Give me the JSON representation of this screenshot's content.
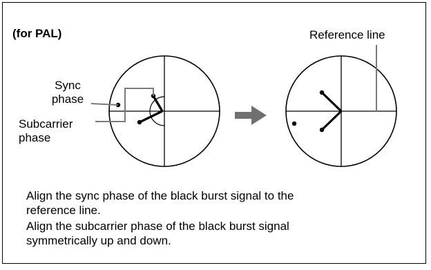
{
  "title": "(for PAL)",
  "labels": {
    "sync_line1": "Sync",
    "sync_line2": "phase",
    "subcarrier_line1": "Subcarrier",
    "subcarrier_line2": "phase",
    "reference_line": "Reference line"
  },
  "notes": [
    "Align the sync phase of the black burst signal to the",
    "reference line.",
    "Align the subcarrier phase of the black burst signal",
    "symmetrically up and down."
  ],
  "colors": {
    "stroke": "#000000",
    "leader": "#7a7a7a",
    "arrow": "#707070"
  }
}
